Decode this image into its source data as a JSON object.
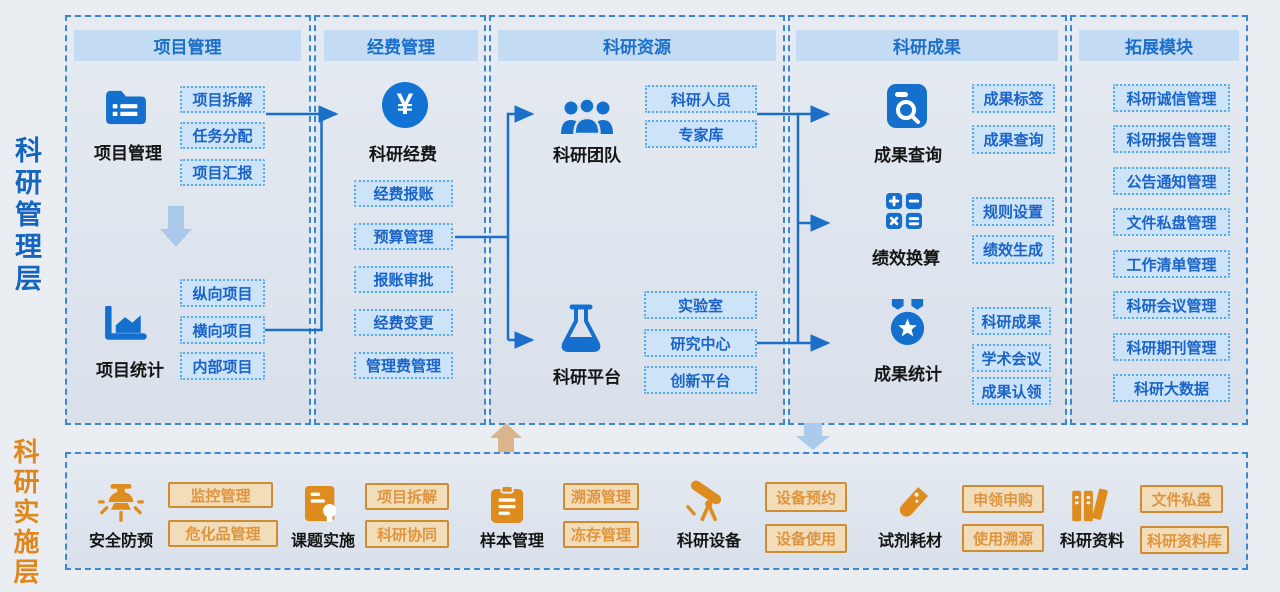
{
  "side_labels": {
    "management": "科研管理层",
    "implementation": "科研实施层"
  },
  "top_columns": [
    {
      "header": "项目管理",
      "groups": [
        {
          "icon": "folder-list-icon",
          "label": "项目管理",
          "items": [
            "项目拆解",
            "任务分配",
            "项目汇报"
          ]
        },
        {
          "icon": "line-chart-icon",
          "label": "项目统计",
          "items": [
            "纵向项目",
            "横向项目",
            "内部项目"
          ]
        }
      ]
    },
    {
      "header": "经费管理",
      "groups": [
        {
          "icon": "yuan-coin-icon",
          "label": "科研经费",
          "items": [
            "经费报账",
            "预算管理",
            "报账审批",
            "经费变更",
            "管理费管理"
          ]
        }
      ]
    },
    {
      "header": "科研资源",
      "groups": [
        {
          "icon": "team-icon",
          "label": "科研团队",
          "items": [
            "科研人员",
            "专家库"
          ]
        },
        {
          "icon": "flask-icon",
          "label": "科研平台",
          "items": [
            "实验室",
            "研究中心",
            "创新平台"
          ]
        }
      ]
    },
    {
      "header": "科研成果",
      "groups": [
        {
          "icon": "search-document-icon",
          "label": "成果查询",
          "items": [
            "成果标签",
            "成果查询"
          ]
        },
        {
          "icon": "calculator-icon",
          "label": "绩效换算",
          "items": [
            "规则设置",
            "绩效生成"
          ]
        },
        {
          "icon": "medal-star-icon",
          "label": "成果统计",
          "items": [
            "科研成果",
            "学术会议",
            "成果认领"
          ]
        }
      ]
    },
    {
      "header": "拓展模块",
      "items": [
        "科研诚信管理",
        "科研报告管理",
        "公告通知管理",
        "文件私盘管理",
        "工作清单管理",
        "科研会议管理",
        "科研期刊管理",
        "科研大数据"
      ]
    }
  ],
  "bottom_groups": [
    {
      "icon": "security-camera-icon",
      "label": "安全防预",
      "items": [
        "监控管理",
        "危化品管理"
      ]
    },
    {
      "icon": "document-bulb-icon",
      "label": "课题实施",
      "items": [
        "项目拆解",
        "科研协同"
      ]
    },
    {
      "icon": "clipboard-icon",
      "label": "样本管理",
      "items": [
        "溯源管理",
        "冻存管理"
      ]
    },
    {
      "icon": "telescope-icon",
      "label": "科研设备",
      "items": [
        "设备预约",
        "设备使用"
      ]
    },
    {
      "icon": "test-tube-icon",
      "label": "试剂耗材",
      "items": [
        "申领申购",
        "使用溯源"
      ]
    },
    {
      "icon": "books-icon",
      "label": "科研资料",
      "items": [
        "文件私盘",
        "科研资料库"
      ]
    }
  ],
  "yuan_symbol": "¥",
  "colors": {
    "accent_blue": "#1b6fc9",
    "icon_blue": "#1470cc",
    "item_blue_bg": "#cde4f8",
    "item_blue_border": "#55a9e5",
    "header_bg": "#c4dcf3",
    "accent_orange": "#df8c1f",
    "item_orange_bg": "#f2ddbb",
    "item_orange_border": "#d08c33",
    "orange_text": "#df943e",
    "tan_arrow": "#d9b48c",
    "light_blue_arrow": "#abcbec",
    "canvas_bg": "#eaeef3"
  }
}
